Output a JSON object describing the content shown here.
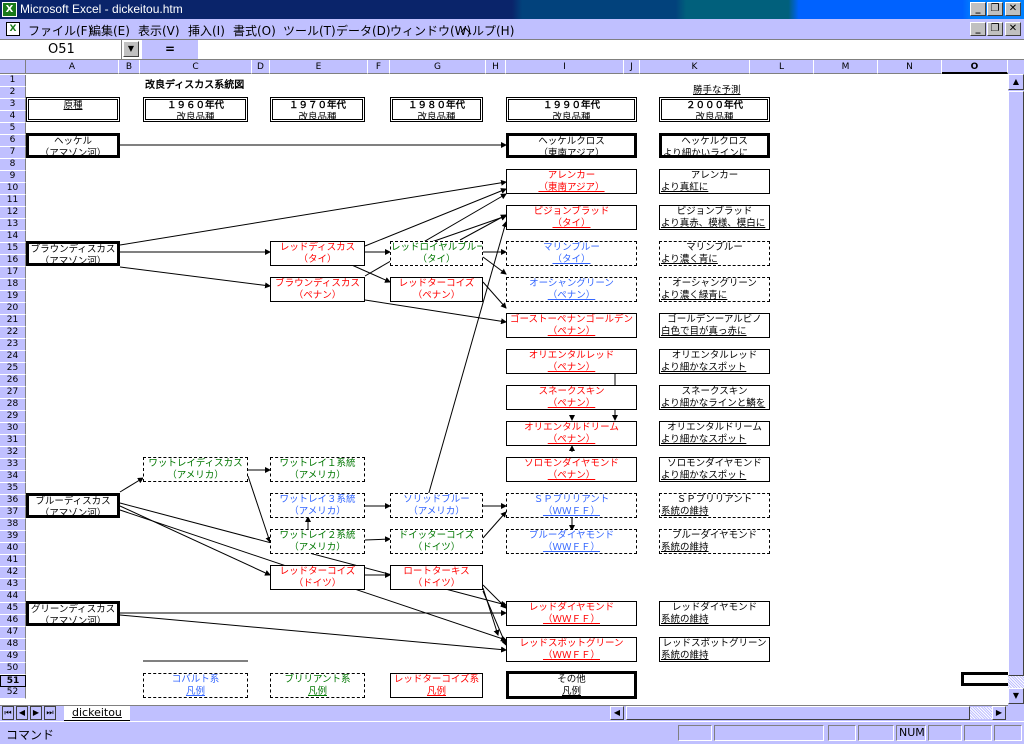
{
  "window": {
    "title": "Microsoft Excel - dickeitou.htm",
    "controls": [
      "minimize",
      "restore",
      "close"
    ]
  },
  "menu": [
    "ファイル(F)",
    "編集(E)",
    "表示(V)",
    "挿入(I)",
    "書式(O)",
    "ツール(T)",
    "データ(D)",
    "ウィンドウ(W)",
    "ヘルプ(H)"
  ],
  "formula_bar": {
    "cell_ref": "O51",
    "equals": "=",
    "value": ""
  },
  "columns": [
    "A",
    "B",
    "C",
    "D",
    "E",
    "F",
    "G",
    "H",
    "I",
    "J",
    "K",
    "L",
    "M",
    "N",
    "O"
  ],
  "rows": [
    "1",
    "2",
    "3",
    "4",
    "5",
    "6",
    "7",
    "8",
    "9",
    "10",
    "11",
    "12",
    "13",
    "14",
    "15",
    "16",
    "17",
    "18",
    "19",
    "20",
    "21",
    "22",
    "23",
    "24",
    "25",
    "26",
    "27",
    "28",
    "29",
    "30",
    "31",
    "32",
    "33",
    "34",
    "35",
    "36",
    "37",
    "38",
    "39",
    "40",
    "41",
    "42",
    "43",
    "44",
    "45",
    "46",
    "47",
    "48",
    "49",
    "50",
    "51",
    "52"
  ],
  "selected_row": "51",
  "sheet": {
    "title": "改良ディスカス系統図",
    "forecast_label": "勝手な予測",
    "headers": [
      {
        "l1": "",
        "l2": "原種"
      },
      {
        "l1": "１９６０年代",
        "l2": "改良品種"
      },
      {
        "l1": "１９７０年代",
        "l2": "改良品種"
      },
      {
        "l1": "１９８０年代",
        "l2": "改良品種"
      },
      {
        "l1": "１９９０年代",
        "l2": "改良品種"
      },
      {
        "l1": "２０００年代",
        "l2": "改良品種"
      }
    ],
    "originals": [
      {
        "name": "ヘッケル",
        "origin": "（アマゾン河）"
      },
      {
        "name": "ブラウンディスカス",
        "origin": "（アマゾン河）"
      },
      {
        "name": "ブルーディスカス",
        "origin": "（アマゾン河）"
      },
      {
        "name": "グリーンディスカス",
        "origin": "（アマゾン河）"
      }
    ],
    "col1960": [
      {
        "name": "ワットレイディスカス",
        "origin": "（アメリカ）",
        "color": "green"
      }
    ],
    "col1970": [
      {
        "name": "レッドディスカス",
        "origin": "（タイ）",
        "color": "red"
      },
      {
        "name": "ブラウンディスカス",
        "origin": "（ペナン）",
        "color": "red"
      },
      {
        "name": "ワットレイ１系統",
        "origin": "（アメリカ）",
        "color": "green"
      },
      {
        "name": "ワットレイ３系統",
        "origin": "（アメリカ）",
        "color": "blue"
      },
      {
        "name": "ワットレイ２系統",
        "origin": "（アメリカ）",
        "color": "green"
      },
      {
        "name": "レッドターコイズ",
        "origin": "（ドイツ）",
        "color": "red"
      }
    ],
    "col1980": [
      {
        "name": "レッドロイヤルブルー",
        "origin": "（タイ）",
        "color": "green"
      },
      {
        "name": "レッドターコイズ",
        "origin": "（ペナン）",
        "color": "red"
      },
      {
        "name": "ソリッドブルー",
        "origin": "（アメリカ）",
        "color": "blue"
      },
      {
        "name": "ドイッターコイズ",
        "origin": "（ドイツ）",
        "color": "green"
      },
      {
        "name": "ロートターキス",
        "origin": "（ドイツ）",
        "color": "red"
      }
    ],
    "col1990": [
      {
        "name": "ヘッケルクロス",
        "origin": "（東南アジア）",
        "color": "black"
      },
      {
        "name": "アレンカー",
        "origin": "（東南アジア）",
        "color": "red"
      },
      {
        "name": "ピジョンブラッド",
        "origin": "（タイ）",
        "color": "red"
      },
      {
        "name": "マリンブルー",
        "origin": "（タイ）",
        "color": "blue"
      },
      {
        "name": "オーシャングリーン",
        "origin": "（ペナン）",
        "color": "blue"
      },
      {
        "name": "ゴーストーペナンゴールデン",
        "origin": "（ペナン）",
        "color": "red"
      },
      {
        "name": "オリエンタルレッド",
        "origin": "（ペナン）",
        "color": "red"
      },
      {
        "name": "スネークスキン",
        "origin": "（ペナン）",
        "color": "red"
      },
      {
        "name": "オリエンタルドリーム",
        "origin": "（ペナン）",
        "color": "red"
      },
      {
        "name": "ソロモンダイヤモンド",
        "origin": "（ペナン）",
        "color": "red"
      },
      {
        "name": "ＳＰブリリアント",
        "origin": "（ＷＷＦＦ）",
        "color": "blue"
      },
      {
        "name": "ブルーダイヤモンド",
        "origin": "（ＷＷＦＦ）",
        "color": "blue"
      },
      {
        "name": "レッドダイヤモンド",
        "origin": "（ＷＷＦＦ）",
        "color": "red"
      },
      {
        "name": "レッドスポットグリーン",
        "origin": "（ＷＷＦＦ）",
        "color": "red"
      }
    ],
    "col2000": [
      {
        "name": "ヘッケルクロス",
        "note": "より細かいラインに"
      },
      {
        "name": "アレンカー",
        "note": "より真紅に"
      },
      {
        "name": "ピジョンブラッド",
        "note": "より真赤、模様、模白に"
      },
      {
        "name": "マリンブルー",
        "note": "より濃く青に"
      },
      {
        "name": "オーシャングリーン",
        "note": "より濃く緑青に"
      },
      {
        "name": "ゴールデンーアルビノ",
        "note": "白色で目が真っ赤に"
      },
      {
        "name": "オリエンタルレッド",
        "note": "より細かなスポット"
      },
      {
        "name": "スネークスキン",
        "note": "より細かなラインと鱗を"
      },
      {
        "name": "オリエンタルドリーム",
        "note": "より細かなスポット"
      },
      {
        "name": "ソロモンダイヤモンド",
        "note": "より細かなスポット"
      },
      {
        "name": "ＳＰブリリアント",
        "note": "系統の維持"
      },
      {
        "name": "ブルーダイヤモンド",
        "note": "系統の維持"
      },
      {
        "name": "レッドダイヤモンド",
        "note": "系統の維持"
      },
      {
        "name": "レッドスポットグリーン",
        "note": "系統の維持"
      }
    ],
    "legend": [
      {
        "name": "コバルト系",
        "sub": "凡例",
        "color": "blue"
      },
      {
        "name": "ブリリアント系",
        "sub": "凡例",
        "color": "green"
      },
      {
        "name": "レッドターコイズ系",
        "sub": "凡例",
        "color": "red"
      },
      {
        "name": "その他",
        "sub": "凡例",
        "color": "black"
      }
    ]
  },
  "sheet_tabs": [
    "dickeitou"
  ],
  "status": {
    "mode": "コマンド",
    "num": "NUM"
  },
  "colors": {
    "red": "#ff0000",
    "blue": "#3366ff",
    "green": "#007700",
    "chrome": "#c0c0ff",
    "title": "#0a246a"
  }
}
